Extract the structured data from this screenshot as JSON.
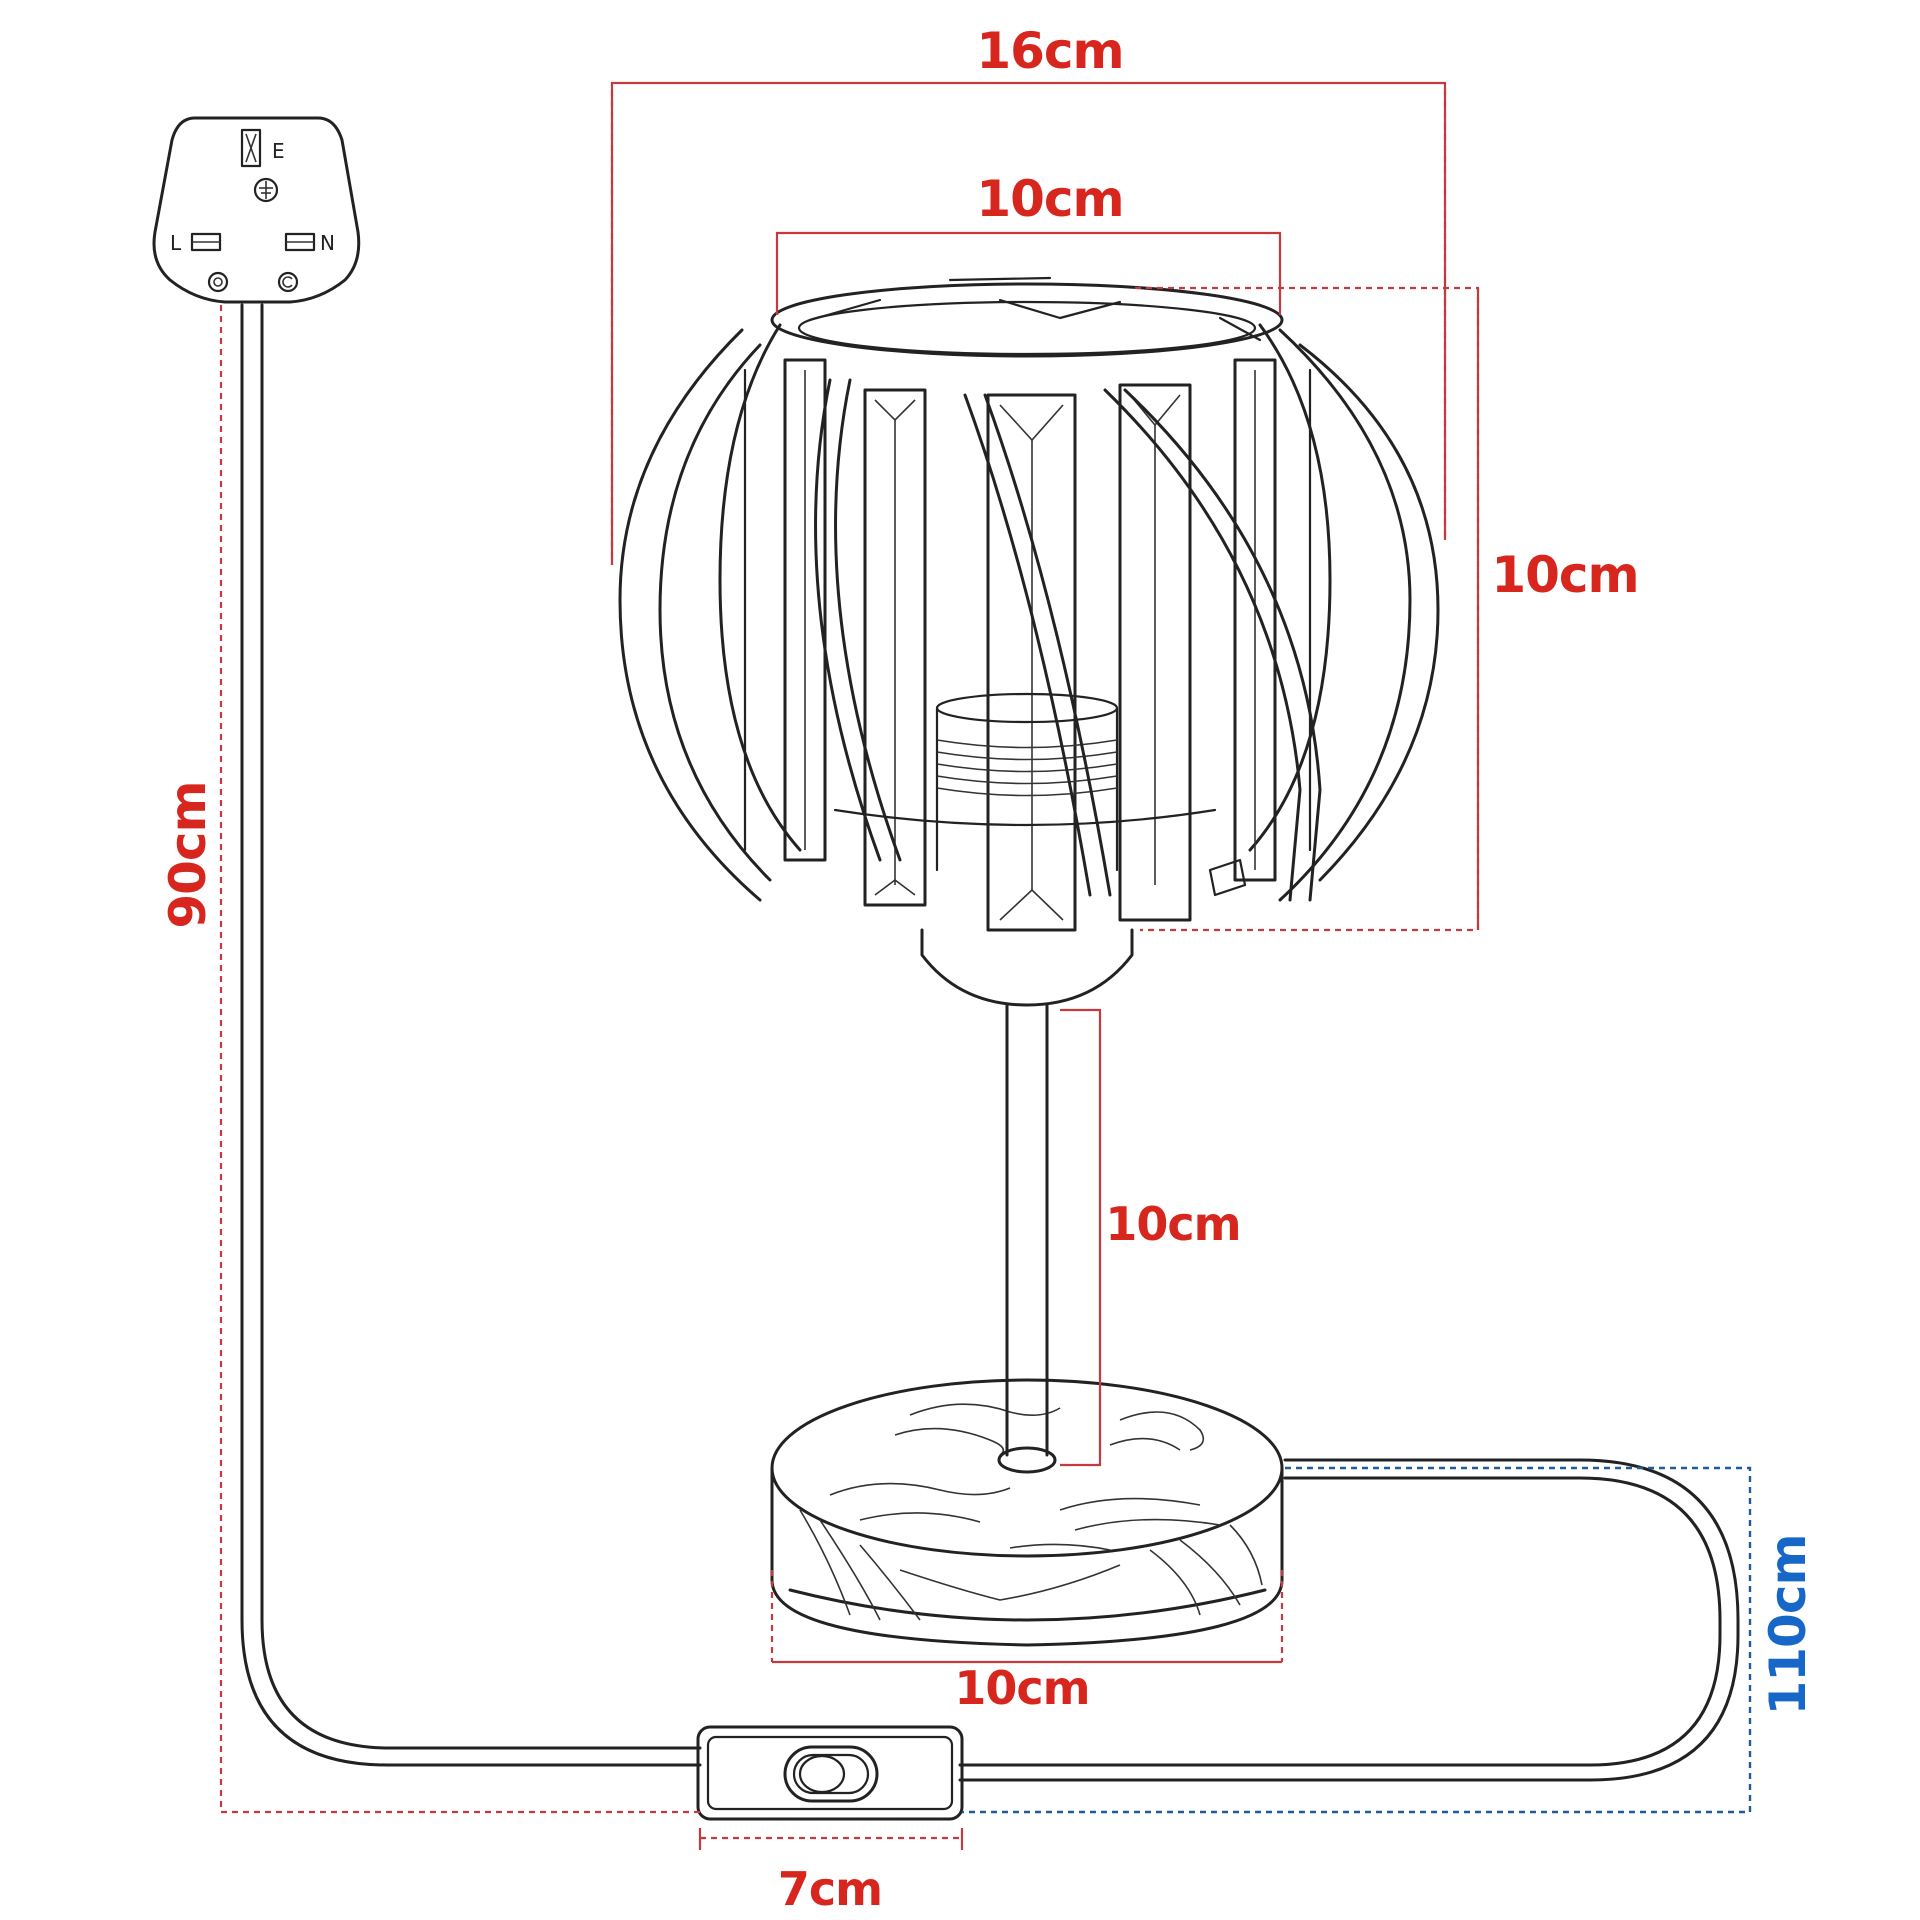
{
  "colors": {
    "dimension_red": "#d7261e",
    "dimension_blue": "#1767c9",
    "line_art": "#222222"
  },
  "plug": {
    "earth_label": "E",
    "live_label": "L",
    "neutral_label": "N"
  },
  "dimensions": {
    "shade_outer_width": "16cm",
    "shade_top_width": "10cm",
    "shade_height": "10cm",
    "stem_height": "10cm",
    "base_width": "10cm",
    "cable_to_plug": "90cm",
    "cable_to_lamp": "110cm",
    "switch_width": "7cm"
  }
}
